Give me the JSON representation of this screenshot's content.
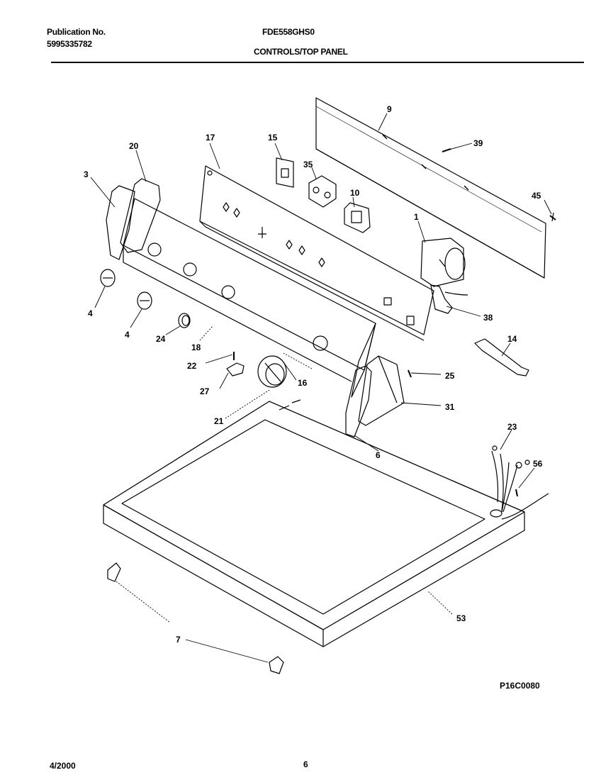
{
  "header": {
    "publication_label": "Publication No.",
    "publication_number": "5995335782",
    "model": "FDE558GHS0",
    "section_title": "CONTROLS/TOP PANEL"
  },
  "callouts": {
    "c9": "9",
    "c39": "39",
    "c45": "45",
    "c15": "15",
    "c35": "35",
    "c10": "10",
    "c17": "17",
    "c20": "20",
    "c3": "3",
    "c1": "1",
    "c38": "38",
    "c14": "14",
    "c4a": "4",
    "c4b": "4",
    "c24": "24",
    "c18": "18",
    "c22": "22",
    "c27": "27",
    "c16": "16",
    "c21": "21",
    "c25": "25",
    "c31": "31",
    "c6": "6",
    "c23": "23",
    "c56": "56",
    "c53": "53",
    "c7": "7"
  },
  "figure_code": "P16C0080",
  "footer": {
    "date": "4/2000",
    "page": "6"
  }
}
